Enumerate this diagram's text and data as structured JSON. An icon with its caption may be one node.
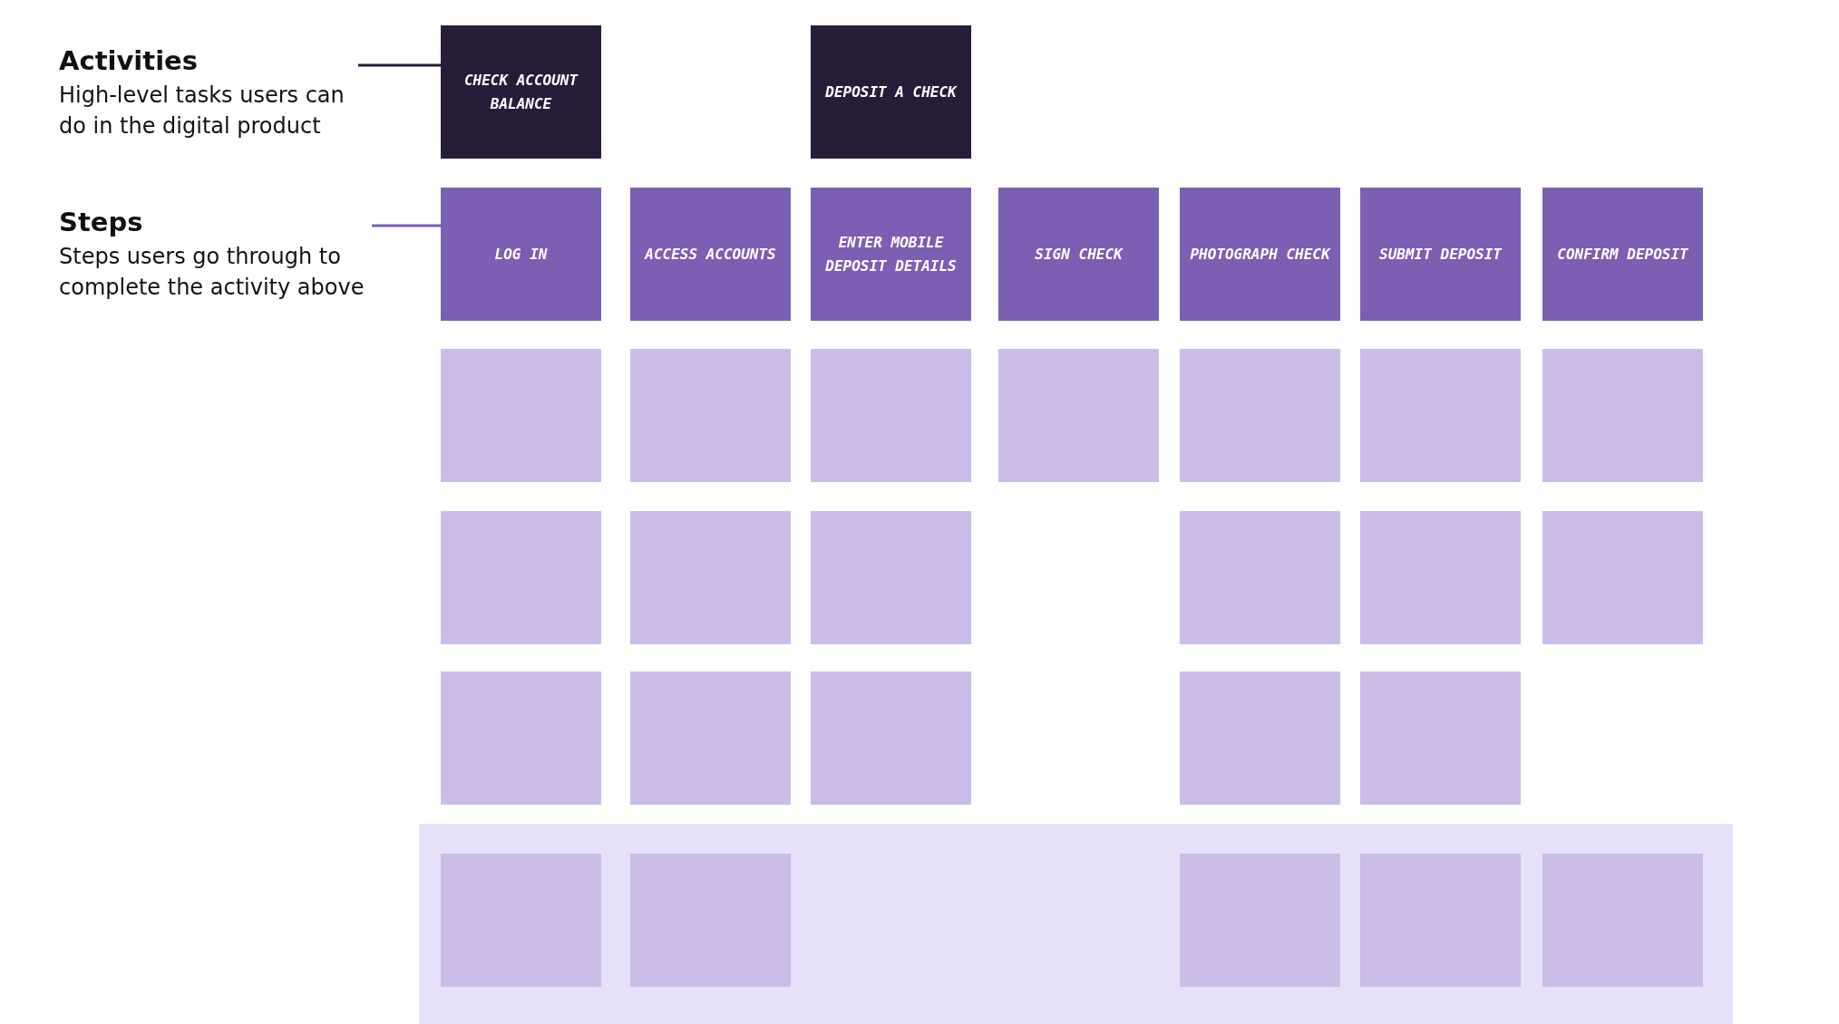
{
  "diagram": {
    "nodes": [
      {
        "text": [
          "Activities",
          "High-level tasks users can do in the digital product"
        ]
      },
      {
        "text": [
          "CHECK ACCOUNT BALANCE"
        ]
      },
      {
        "text": [
          "DEPOSIT A CHECK"
        ]
      },
      {
        "text": [
          "Steps",
          "Steps users go through to complete the activity above"
        ]
      },
      {
        "text": [
          "LOG IN"
        ]
      },
      {
        "text": [
          "ACCESS ACCOUNTS"
        ]
      },
      {
        "text": [
          "ENTER MOBILE DEPOSIT DETAILS"
        ]
      },
      {
        "text": [
          "SIGN CHECK"
        ]
      },
      {
        "text": [
          "PHOTOGRAPH CHECK"
        ]
      },
      {
        "text": [
          "SUBMIT DEPOSIT"
        ]
      },
      {
        "text": [
          "CONFIRM DEPOSIT"
        ]
      },
      {
        "text": [],
        "shape": "box"
      },
      {
        "text": [],
        "shape": "box"
      },
      {
        "text": [],
        "shape": "box"
      },
      {
        "text": [],
        "shape": "box"
      },
      {
        "text": [],
        "shape": "box"
      },
      {
        "text": [],
        "shape": "box"
      },
      {
        "text": [],
        "shape": "box"
      },
      {
        "text": [],
        "shape": "box"
      },
      {
        "text": [],
        "shape": "box"
      },
      {
        "text": [],
        "shape": "box"
      },
      {
        "text": [],
        "shape": "box"
      },
      {
        "text": [],
        "shape": "box"
      },
      {
        "text": [],
        "shape": "box"
      },
      {
        "text": [],
        "shape": "box"
      },
      {
        "text": [],
        "shape": "box"
      },
      {
        "text": [],
        "shape": "box"
      },
      {
        "text": [],
        "shape": "box"
      },
      {
        "text": [],
        "shape": "box"
      },
      {
        "text": [],
        "shape": "band"
      },
      {
        "text": [],
        "shape": "box",
        "in": 29
      },
      {
        "text": [],
        "shape": "box",
        "in": 29
      },
      {
        "text": [],
        "shape": "box",
        "in": 29
      },
      {
        "text": [],
        "shape": "box",
        "in": 29
      },
      {
        "text": [],
        "shape": "box",
        "in": 29
      }
    ],
    "edges": [
      {
        "from": 0,
        "to": 1,
        "arrow": "none"
      },
      {
        "from": 3,
        "to": 4,
        "arrow": "none",
        "color": "#7b5fb2"
      }
    ]
  }
}
